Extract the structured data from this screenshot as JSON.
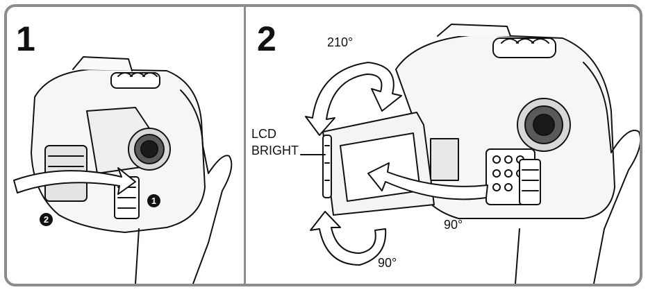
{
  "panels": [
    {
      "step": "1",
      "callouts": [
        "1",
        "2"
      ]
    },
    {
      "step": "2",
      "labels": {
        "angle_top": "210°",
        "lcd_line1": "LCD",
        "lcd_line2": "BRIGHT",
        "angle_right": "90°",
        "angle_bottom": "90°"
      }
    }
  ],
  "colors": {
    "border": "#8c8c8c",
    "ink": "#111111",
    "arrow_fill": "#ffffff"
  }
}
